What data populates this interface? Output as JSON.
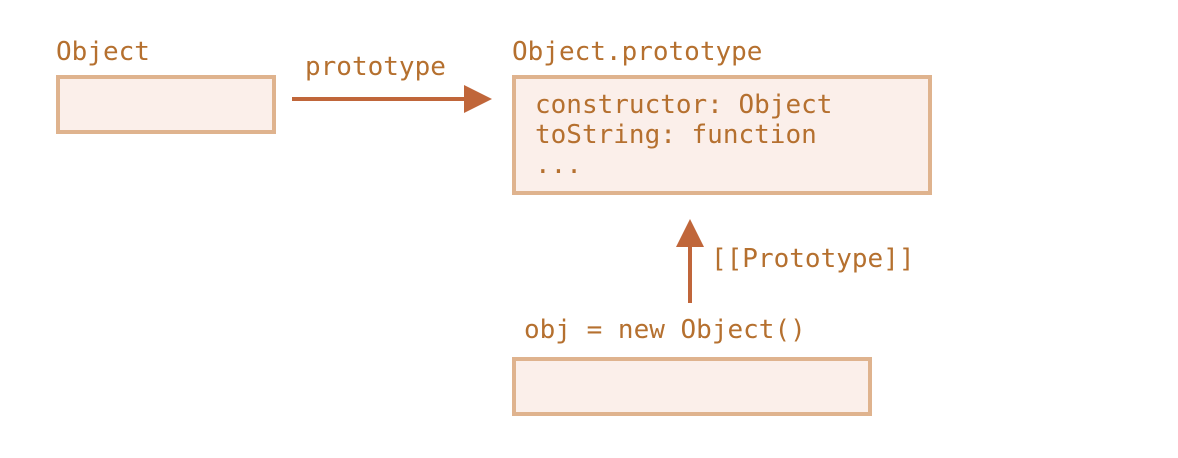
{
  "object": {
    "title": "Object"
  },
  "prototype_arrow": {
    "label": "prototype"
  },
  "object_prototype": {
    "title": "Object.prototype",
    "lines": [
      "constructor: Object",
      "toString: function",
      "..."
    ]
  },
  "proto_link": {
    "label": "[[Prototype]]"
  },
  "obj": {
    "title": "obj = new Object()"
  },
  "colors": {
    "text": "#b5702f",
    "arrow": "#c0663a",
    "box_fill": "#fbefea",
    "box_border": "#dfb38e"
  }
}
